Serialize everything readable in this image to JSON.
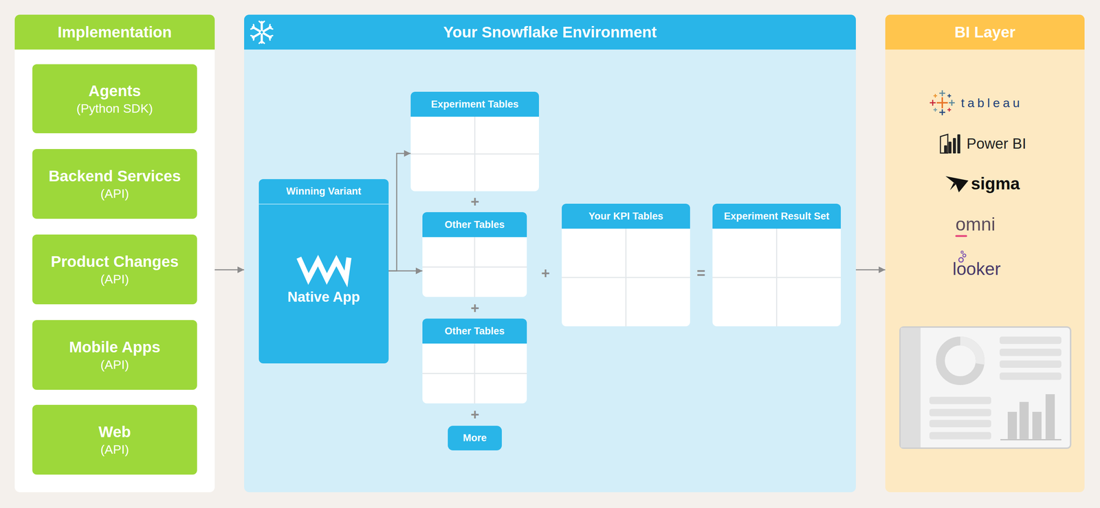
{
  "diagram": {
    "nodes": [
      {
        "text": [
          "Implementation"
        ]
      },
      {
        "text": [
          "Agents",
          "(Python SDK)"
        ],
        "in": 0
      },
      {
        "text": [
          "Backend Services",
          "(API)"
        ],
        "in": 0
      },
      {
        "text": [
          "Product Changes",
          "(API)"
        ],
        "in": 0
      },
      {
        "text": [
          "Mobile Apps",
          "(API)"
        ],
        "in": 0
      },
      {
        "text": [
          "Web",
          "(API)"
        ],
        "in": 0
      },
      {
        "text": [
          "Your Snowflake Environment"
        ]
      },
      {
        "text": [
          "Winning Variant",
          "Native App"
        ],
        "in": 6
      },
      {
        "text": [
          "Experiment Tables"
        ],
        "in": 6
      },
      {
        "text": [
          "Other Tables"
        ],
        "in": 6
      },
      {
        "text": [
          "Other Tables"
        ],
        "in": 6
      },
      {
        "text": [
          "More"
        ],
        "in": 6
      },
      {
        "text": [
          "Your KPI Tables"
        ],
        "in": 6
      },
      {
        "text": [
          "Experiment Result Set"
        ],
        "in": 6
      },
      {
        "text": [
          "BI Layer"
        ]
      }
    ],
    "edges": [
      {
        "from": 0,
        "to": 6,
        "arrow": "to"
      },
      {
        "from": 7,
        "to": 8,
        "arrow": "to"
      },
      {
        "from": 7,
        "to": 9,
        "arrow": "to"
      },
      {
        "from": 6,
        "to": 14,
        "arrow": "to"
      }
    ],
    "labels": [
      "+",
      "+",
      "+",
      "+",
      "=",
      "tableau",
      "Power BI",
      "sigma",
      "omni",
      "looker"
    ]
  }
}
